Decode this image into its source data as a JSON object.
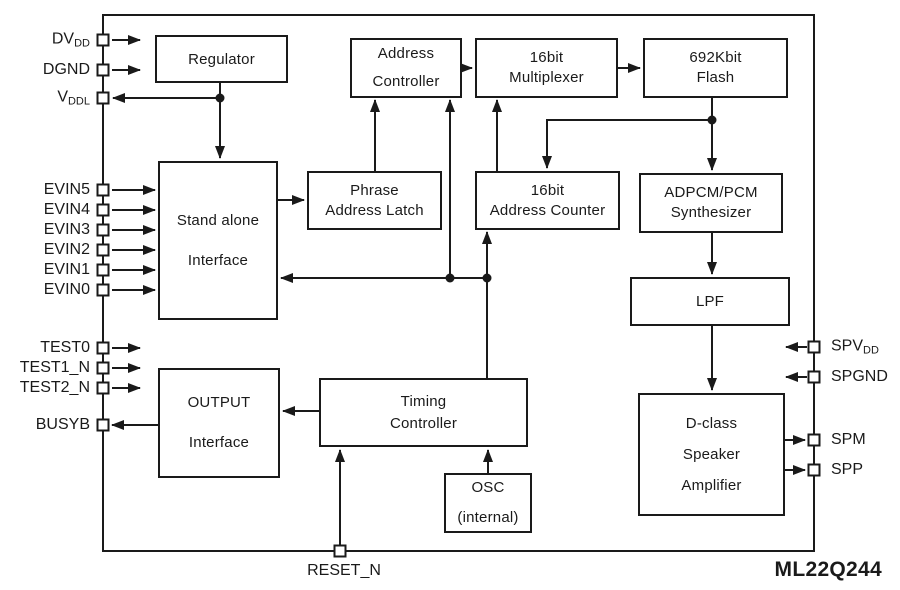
{
  "part_number": "ML22Q244",
  "colors": {
    "line": "#1a1a1a",
    "background": "#ffffff",
    "block_fill": "#ffffff"
  },
  "blocks": {
    "regulator": {
      "label": "Regulator"
    },
    "address_controller": {
      "line1": "Address",
      "line2": "Controller"
    },
    "multiplexer_16bit": {
      "line1": "16bit",
      "line2": "Multiplexer"
    },
    "flash_692kbit": {
      "line1": "692Kbit",
      "line2": "Flash"
    },
    "standalone_interface": {
      "line1": "Stand alone",
      "line2": "Interface"
    },
    "phrase_address_latch": {
      "line1": "Phrase",
      "line2": "Address Latch"
    },
    "address_counter_16bit": {
      "line1": "16bit",
      "line2": "Address Counter"
    },
    "adpcm_pcm_synthesizer": {
      "line1": "ADPCM/PCM",
      "line2": "Synthesizer"
    },
    "lpf": {
      "label": "LPF"
    },
    "output_interface": {
      "line1": "OUTPUT",
      "line2": "Interface"
    },
    "timing_controller": {
      "line1": "Timing",
      "line2": "Controller"
    },
    "osc_internal": {
      "line1": "OSC",
      "line2": "(internal)"
    },
    "dclass_speaker_amplifier": {
      "line1": "D-class",
      "line2": "Speaker",
      "line3": "Amplifier"
    }
  },
  "pins": {
    "dvdd": {
      "main": "DV",
      "sub": "DD"
    },
    "dgnd": {
      "main": "DGND"
    },
    "vddl": {
      "main": "V",
      "sub": "DDL"
    },
    "evin5": {
      "main": "EVIN5"
    },
    "evin4": {
      "main": "EVIN4"
    },
    "evin3": {
      "main": "EVIN3"
    },
    "evin2": {
      "main": "EVIN2"
    },
    "evin1": {
      "main": "EVIN1"
    },
    "evin0": {
      "main": "EVIN0"
    },
    "test0": {
      "main": "TEST0"
    },
    "test1_n": {
      "main": "TEST1_N"
    },
    "test2_n": {
      "main": "TEST2_N"
    },
    "busyb": {
      "main": "BUSYB"
    },
    "reset_n": {
      "main": "RESET_N"
    },
    "spvdd": {
      "main": "SPV",
      "sub": "DD"
    },
    "spgnd": {
      "main": "SPGND"
    },
    "spm": {
      "main": "SPM"
    },
    "spp": {
      "main": "SPP"
    }
  }
}
